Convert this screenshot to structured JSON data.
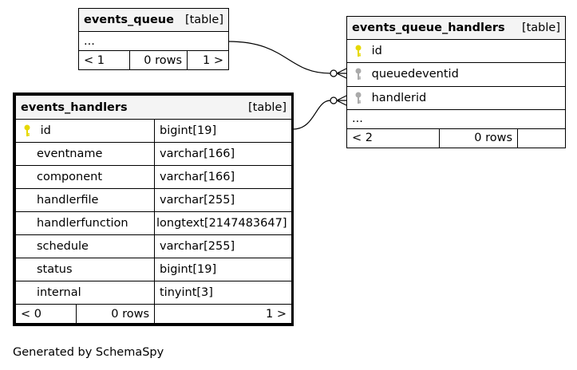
{
  "tables": {
    "events_queue": {
      "name": "events_queue",
      "type": "[table]",
      "ellipsis": "...",
      "footer": {
        "prev": "< 1",
        "rows": "0 rows",
        "next": "1 >"
      }
    },
    "events_queue_handlers": {
      "name": "events_queue_handlers",
      "type": "[table]",
      "columns": [
        {
          "name": "id",
          "key": "primary"
        },
        {
          "name": "queuedeventid",
          "key": "foreign"
        },
        {
          "name": "handlerid",
          "key": "foreign"
        }
      ],
      "ellipsis": "...",
      "footer": {
        "prev": "< 2",
        "rows": "0 rows",
        "next": ""
      }
    },
    "events_handlers": {
      "name": "events_handlers",
      "type": "[table]",
      "columns": [
        {
          "name": "id",
          "dtype": "bigint[19]",
          "key": "primary"
        },
        {
          "name": "eventname",
          "dtype": "varchar[166]"
        },
        {
          "name": "component",
          "dtype": "varchar[166]"
        },
        {
          "name": "handlerfile",
          "dtype": "varchar[255]"
        },
        {
          "name": "handlerfunction",
          "dtype": "longtext[2147483647]"
        },
        {
          "name": "schedule",
          "dtype": "varchar[255]"
        },
        {
          "name": "status",
          "dtype": "bigint[19]"
        },
        {
          "name": "internal",
          "dtype": "tinyint[3]"
        }
      ],
      "footer": {
        "prev": "< 0",
        "rows": "0 rows",
        "next": "1 >"
      }
    }
  },
  "footer_text": "Generated by SchemaSpy",
  "colors": {
    "primary_key": "#e6d800",
    "foreign_key": "#aaaaaa",
    "header_bg": "#f4f4f4",
    "line": "#000000"
  }
}
